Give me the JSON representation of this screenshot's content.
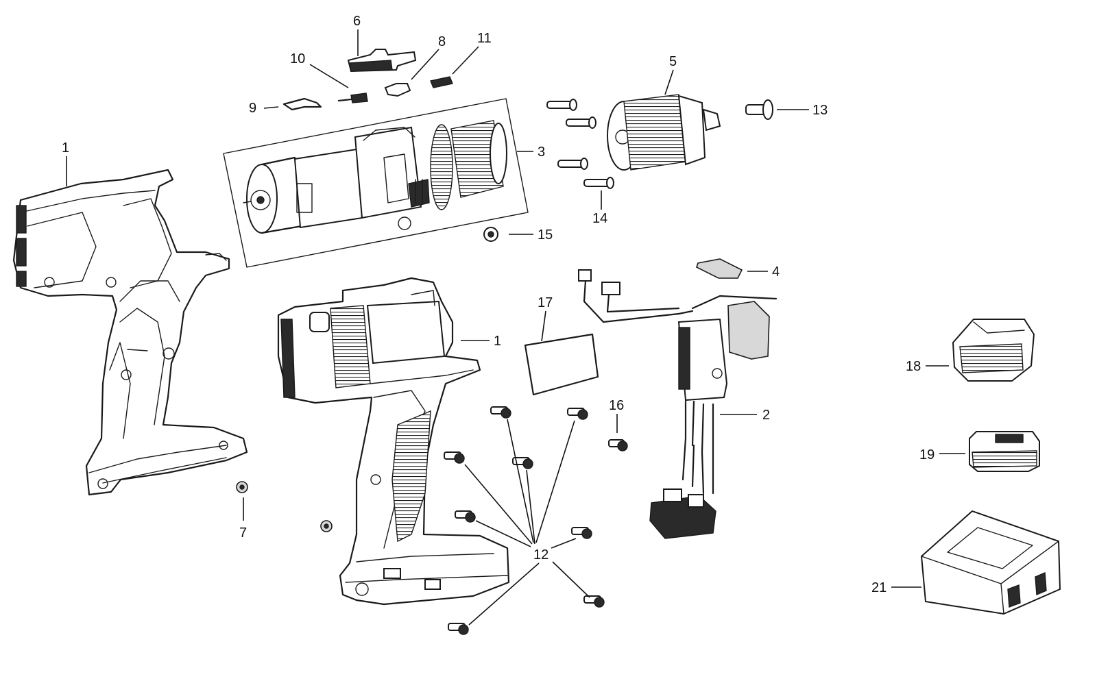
{
  "callouts": [
    {
      "id": "c1a",
      "label": "1"
    },
    {
      "id": "c1b",
      "label": "1"
    },
    {
      "id": "c2",
      "label": "2"
    },
    {
      "id": "c3",
      "label": "3"
    },
    {
      "id": "c4",
      "label": "4"
    },
    {
      "id": "c5",
      "label": "5"
    },
    {
      "id": "c6",
      "label": "6"
    },
    {
      "id": "c7",
      "label": "7"
    },
    {
      "id": "c8",
      "label": "8"
    },
    {
      "id": "c9",
      "label": "9"
    },
    {
      "id": "c10",
      "label": "10"
    },
    {
      "id": "c11",
      "label": "11"
    },
    {
      "id": "c12",
      "label": "12"
    },
    {
      "id": "c13",
      "label": "13"
    },
    {
      "id": "c14",
      "label": "14"
    },
    {
      "id": "c15",
      "label": "15"
    },
    {
      "id": "c16",
      "label": "16"
    },
    {
      "id": "c17",
      "label": "17"
    },
    {
      "id": "c18",
      "label": "18"
    },
    {
      "id": "c19",
      "label": "19"
    },
    {
      "id": "c21",
      "label": "21"
    }
  ]
}
